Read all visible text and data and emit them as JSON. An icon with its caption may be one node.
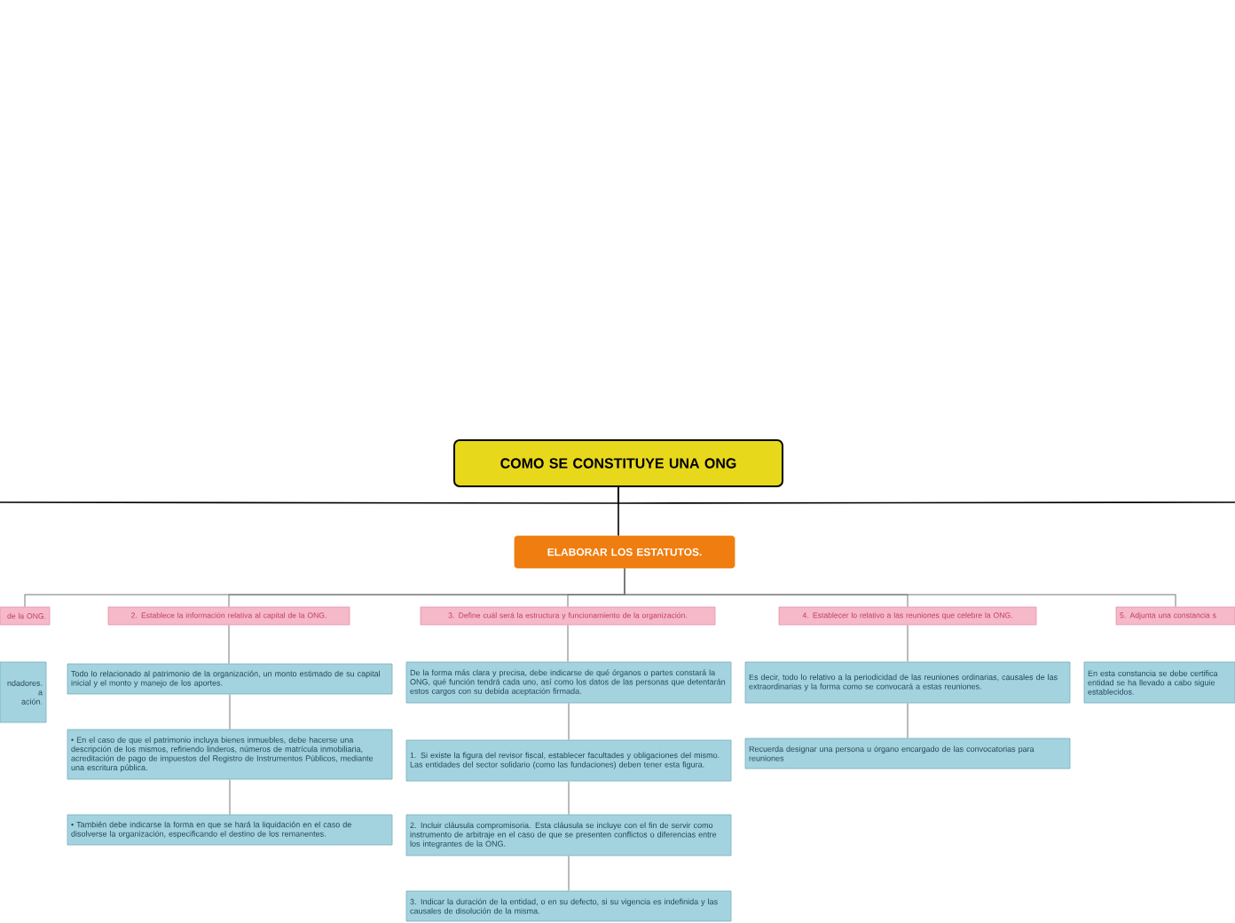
{
  "diagram": {
    "nodes": [
      {
        "text": [
          "COMO SE CONSTITUYE UNA ONG"
        ]
      },
      {
        "text": [
          "ELABORAR LOS ESTATUTOS."
        ]
      },
      {
        "text": [
          "de la ONG."
        ]
      },
      {
        "text": [
          "2. Establece la información relativa al capital de la ONG."
        ]
      },
      {
        "text": [
          "3. Define cuál será la estructura y funcionamiento de la organización."
        ]
      },
      {
        "text": [
          "4. Establecer lo relativo a las reuniones que celebre la ONG."
        ]
      },
      {
        "text": [
          "5. Adjunta una constancia s"
        ]
      },
      {
        "text": [
          "ndadores.",
          "a",
          "ación."
        ]
      },
      {
        "text": [
          "Todo lo relacionado al patrimonio de la organización, un monto estimado de su capital inicial y el monto y manejo de los aportes."
        ]
      },
      {
        "text": [
          "• En el caso de que el patrimonio incluya bienes inmuebles, debe hacerse una descripción de los mismos, refiriendo linderos, números de matrícula inmobiliaria, acreditación de pago de impuestos del Registro de Instrumentos Públicos, mediante una escritura pública."
        ]
      },
      {
        "text": [
          "• También debe indicarse la forma en que se hará la liquidación en el caso de disolverse la organización, especificando el destino de los remanentes."
        ]
      },
      {
        "text": [
          "De la forma más clara y precisa, debe indicarse de qué órganos o partes constará la ONG, qué función tendrá cada uno, así como los datos de las personas que detentarán estos cargos con su debida aceptación firmada."
        ]
      },
      {
        "text": [
          "1. Si existe la figura del revisor fiscal, establecer facultades y obligaciones del mismo. Las entidades del sector solidario (como las fundaciones) deben tener esta figura."
        ]
      },
      {
        "text": [
          "2. Incluir cláusula compromisoria. Esta cláusula se incluye con el fin de servir como instrumento de arbitraje en el caso de que se presenten conflictos o diferencias entre los integrantes de la ONG."
        ]
      },
      {
        "text": [
          "3. Indicar la duración de la entidad, o en su defecto, si su vigencia es indefinida y las causales de disolución de la misma."
        ]
      },
      {
        "text": [
          "Es decir, todo lo relativo a la periodicidad de las reuniones ordinarias, causales de las extraordinarias y la forma como se convocará a estas reuniones."
        ]
      },
      {
        "text": [
          "Recuerda designar una persona u órgano encargado de las convocatorias para reuniones"
        ]
      },
      {
        "text": [
          "En esta constancia se debe certifica",
          "entidad se ha llevado a cabo siguie",
          "establecidos."
        ]
      }
    ],
    "edges": [
      {
        "from": 0,
        "to": 1,
        "arrow": "none",
        "color": "#000000"
      },
      {
        "from": 0,
        "to": null,
        "arrow": "none",
        "color": "#000000"
      },
      {
        "from": 0,
        "to": null,
        "arrow": "none",
        "color": "#000000"
      },
      {
        "from": 1,
        "to": 2,
        "arrow": "none"
      },
      {
        "from": 1,
        "to": 3,
        "arrow": "none"
      },
      {
        "from": 1,
        "to": 4,
        "arrow": "none"
      },
      {
        "from": 1,
        "to": 5,
        "arrow": "none"
      },
      {
        "from": 1,
        "to": 6,
        "arrow": "none"
      },
      {
        "from": 3,
        "to": 8,
        "arrow": "none"
      },
      {
        "from": 8,
        "to": 9,
        "arrow": "none"
      },
      {
        "from": 9,
        "to": 10,
        "arrow": "none"
      },
      {
        "from": 4,
        "to": 11,
        "arrow": "none"
      },
      {
        "from": 11,
        "to": 12,
        "arrow": "none"
      },
      {
        "from": 12,
        "to": 13,
        "arrow": "none"
      },
      {
        "from": 13,
        "to": 14,
        "arrow": "none"
      },
      {
        "from": 5,
        "to": 15,
        "arrow": "none"
      },
      {
        "from": 15,
        "to": 16,
        "arrow": "none"
      }
    ]
  }
}
